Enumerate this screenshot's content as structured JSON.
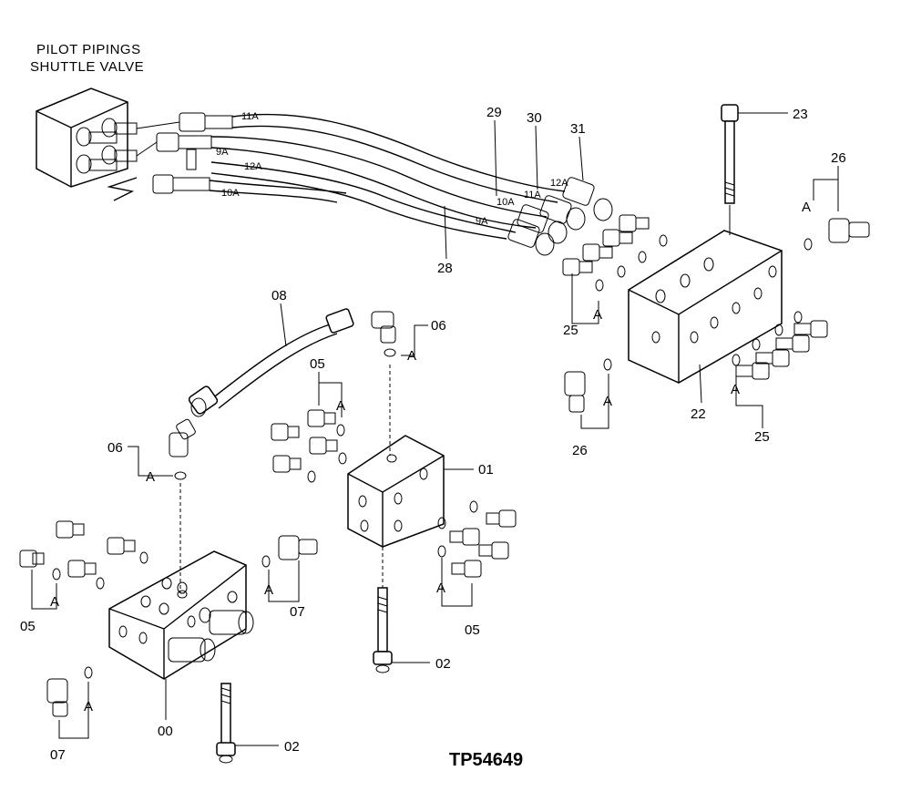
{
  "title": {
    "line1": "PILOT PIPINGS",
    "line2": "SHUTTLE  VALVE"
  },
  "reference": "TP54649",
  "labels": {
    "p00": "00",
    "p01": "01",
    "p02a": "02",
    "p02b": "02",
    "p05a": "05",
    "p05b": "05",
    "p05c": "05",
    "p06a": "06",
    "p06b": "06",
    "p07a": "07",
    "p07b": "07",
    "p08": "08",
    "p22": "22",
    "p23": "23",
    "p25a": "25",
    "p25b": "25",
    "p26a": "26",
    "p26b": "26",
    "p28": "28",
    "p29": "29",
    "p30": "30",
    "p31": "31"
  },
  "hose_tags": {
    "t11a": "11A",
    "t9a": "9A",
    "t12a": "12A",
    "t10a": "10A",
    "t12a_b": "12A",
    "t11a_b": "11A",
    "t10a_b": "10A",
    "t9a_b": "9A"
  },
  "a_marks": {
    "a1": "A",
    "a2": "A",
    "a3": "A",
    "a4": "A",
    "a5": "A",
    "a6": "A",
    "a7": "A",
    "a8": "A",
    "a9": "A",
    "a10": "A",
    "a11": "A",
    "a12": "A"
  }
}
